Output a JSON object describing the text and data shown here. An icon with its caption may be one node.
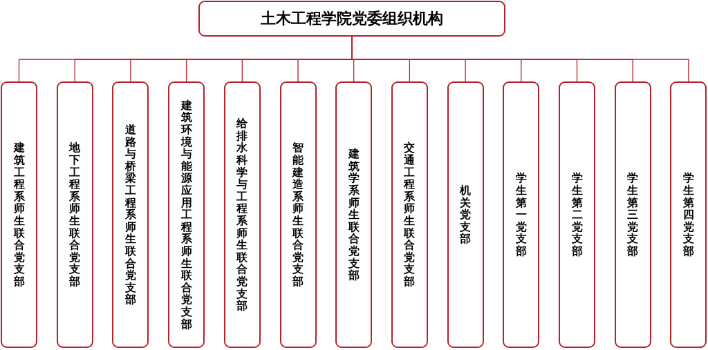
{
  "diagram": {
    "nodes": [
      {
        "text": [
          "土木工程学院党委组织机构"
        ]
      },
      {
        "text": [
          "建筑工程系师生联合党支部"
        ]
      },
      {
        "text": [
          "地下工程系师生联合党支部"
        ]
      },
      {
        "text": [
          "道路与桥梁工程系师生联合党支部"
        ]
      },
      {
        "text": [
          "建筑环境与能源应用工程系师生联合党支部"
        ]
      },
      {
        "text": [
          "给排水科学与工程系师生联合党支部"
        ]
      },
      {
        "text": [
          "智能建造系师生联合党支部"
        ]
      },
      {
        "text": [
          "建筑学系师生联合党支部"
        ]
      },
      {
        "text": [
          "交通工程系师生联合党支部"
        ]
      },
      {
        "text": [
          "机关党支部"
        ]
      },
      {
        "text": [
          "学生第一党支部"
        ]
      },
      {
        "text": [
          "学生第二党支部"
        ]
      },
      {
        "text": [
          "学生第三党支部"
        ]
      },
      {
        "text": [
          "学生第四党支部"
        ]
      }
    ],
    "edges": [
      {
        "from": 0,
        "to": 1,
        "arrow": "none"
      },
      {
        "from": 0,
        "to": 2,
        "arrow": "none"
      },
      {
        "from": 0,
        "to": 3,
        "arrow": "none"
      },
      {
        "from": 0,
        "to": 4,
        "arrow": "none"
      },
      {
        "from": 0,
        "to": 5,
        "arrow": "none"
      },
      {
        "from": 0,
        "to": 6,
        "arrow": "none"
      },
      {
        "from": 0,
        "to": 7,
        "arrow": "none"
      },
      {
        "from": 0,
        "to": 8,
        "arrow": "none"
      },
      {
        "from": 0,
        "to": 9,
        "arrow": "none"
      },
      {
        "from": 0,
        "to": 10,
        "arrow": "none"
      },
      {
        "from": 0,
        "to": 11,
        "arrow": "none"
      },
      {
        "from": 0,
        "to": 12,
        "arrow": "none"
      },
      {
        "from": 0,
        "to": 13,
        "arrow": "none"
      }
    ]
  }
}
